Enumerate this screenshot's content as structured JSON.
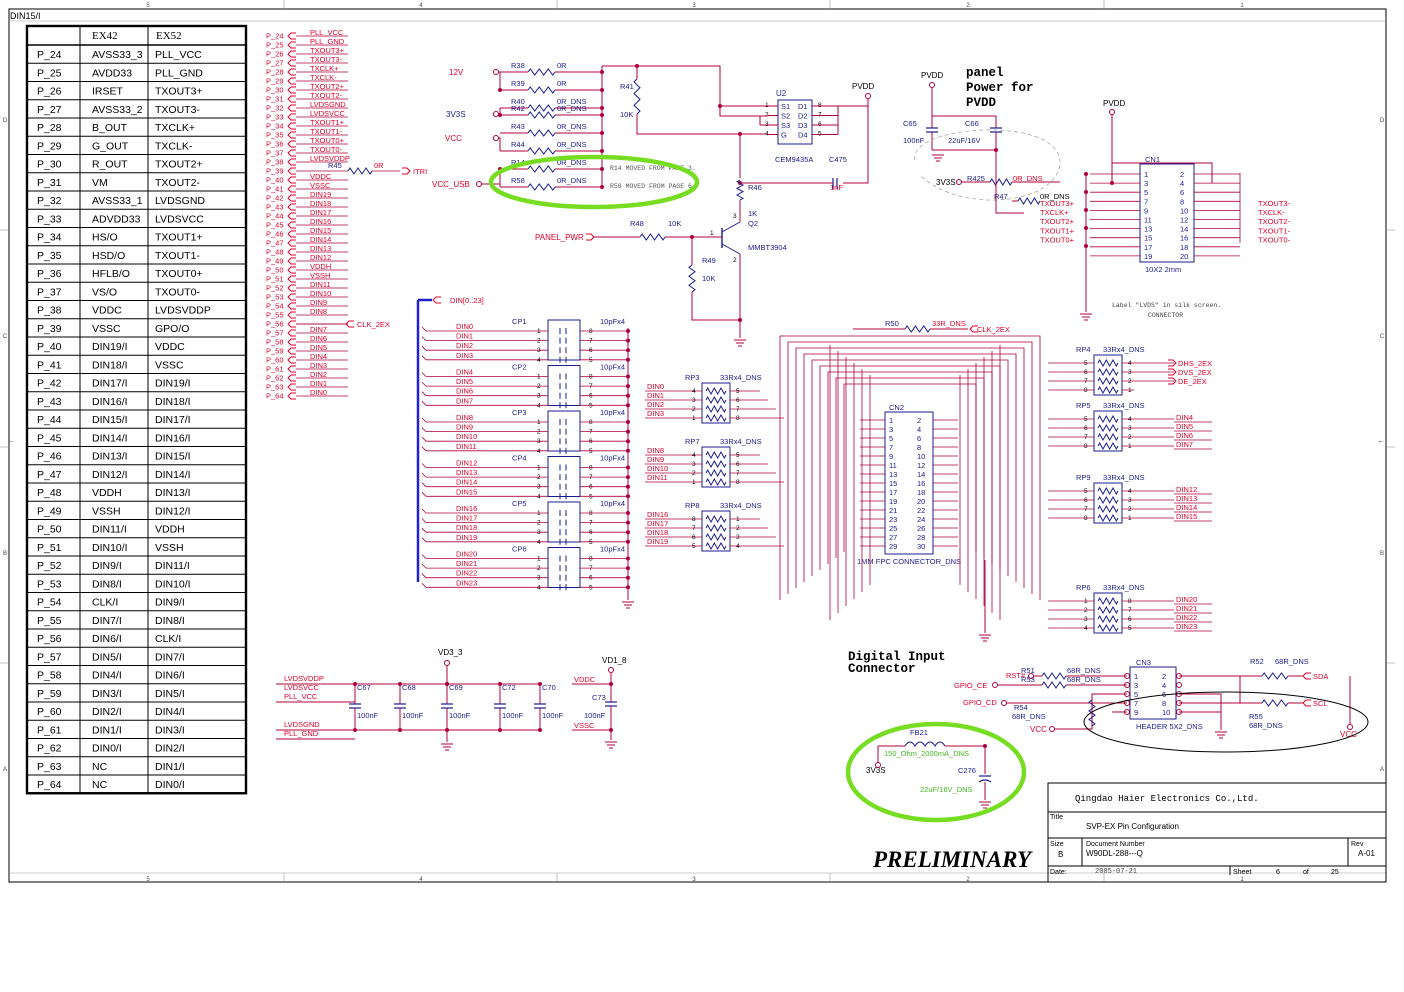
{
  "sheet_label": "DIN15/I",
  "border": {
    "top_numbers": [
      "5",
      "4",
      "3",
      "2",
      "1"
    ],
    "side_letters": [
      "D",
      "C",
      "B",
      "A"
    ]
  },
  "pin_table": {
    "headers": [
      "",
      "EX42",
      "EX52"
    ],
    "rows": [
      [
        "P_24",
        "AVSS33_3",
        "PLL_VCC"
      ],
      [
        "P_25",
        "AVDD33",
        "PLL_GND"
      ],
      [
        "P_26",
        "IRSET",
        "TXOUT3+"
      ],
      [
        "P_27",
        "AVSS33_2",
        "TXOUT3-"
      ],
      [
        "P_28",
        "B_OUT",
        "TXCLK+"
      ],
      [
        "P_29",
        "G_OUT",
        "TXCLK-"
      ],
      [
        "P_30",
        "R_OUT",
        "TXOUT2+"
      ],
      [
        "P_31",
        "VM",
        "TXOUT2-"
      ],
      [
        "P_32",
        "AVSS33_1",
        "LVDSGND"
      ],
      [
        "P_33",
        "ADVDD33",
        "LVDSVCC"
      ],
      [
        "P_34",
        "HS/O",
        "TXOUT1+"
      ],
      [
        "P_35",
        "HSD/O",
        "TXOUT1-"
      ],
      [
        "P_36",
        "HFLB/O",
        "TXOUT0+"
      ],
      [
        "P_37",
        "VS/O",
        "TXOUT0-"
      ],
      [
        "P_38",
        "VDDC",
        "LVDSVDDP"
      ],
      [
        "P_39",
        "VSSC",
        "GPO/O"
      ],
      [
        "P_40",
        "DIN19/I",
        "VDDC"
      ],
      [
        "P_41",
        "DIN18/I",
        "VSSC"
      ],
      [
        "P_42",
        "DIN17/I",
        "DIN19/I"
      ],
      [
        "P_43",
        "DIN16/I",
        "DIN18/I"
      ],
      [
        "P_44",
        "DIN15/I",
        "DIN17/I"
      ],
      [
        "P_45",
        "DIN14/I",
        "DIN16/I"
      ],
      [
        "P_46",
        "DIN13/I",
        "DIN15/I"
      ],
      [
        "P_47",
        "DIN12/I",
        "DIN14/I"
      ],
      [
        "P_48",
        "VDDH",
        "DIN13/I"
      ],
      [
        "P_49",
        "VSSH",
        "DIN12/I"
      ],
      [
        "P_50",
        "DIN11/I",
        "VDDH"
      ],
      [
        "P_51",
        "DIN10/I",
        "VSSH"
      ],
      [
        "P_52",
        "DIN9/I",
        "DIN11/I"
      ],
      [
        "P_53",
        "DIN8/I",
        "DIN10/I"
      ],
      [
        "P_54",
        "CLK/I",
        "DIN9/I"
      ],
      [
        "P_55",
        "DIN7/I",
        "DIN8/I"
      ],
      [
        "P_56",
        "DIN6/I",
        "CLK/I"
      ],
      [
        "P_57",
        "DIN5/I",
        "DIN7/I"
      ],
      [
        "P_58",
        "DIN4/I",
        "DIN6/I"
      ],
      [
        "P_59",
        "DIN3/I",
        "DIN5/I"
      ],
      [
        "P_60",
        "DIN2/I",
        "DIN4/I"
      ],
      [
        "P_61",
        "DIN1/I",
        "DIN3/I"
      ],
      [
        "P_62",
        "DIN0/I",
        "DIN2/I"
      ],
      [
        "P_63",
        "NC",
        "DIN1/I"
      ],
      [
        "P_64",
        "NC",
        "DIN0/I"
      ]
    ]
  },
  "port_list": {
    "pins": [
      "P_24",
      "P_25",
      "P_26",
      "P_27",
      "P_28",
      "P_29",
      "P_30",
      "P_31",
      "P_32",
      "P_33",
      "P_34",
      "P_35",
      "P_36",
      "P_37",
      "P_38",
      "P_39",
      "P_40",
      "P_41",
      "P_42",
      "P_43",
      "P_44",
      "P_45",
      "P_46",
      "P_47",
      "P_48",
      "P_49",
      "P_50",
      "P_51",
      "P_52",
      "P_53",
      "P_54",
      "P_55",
      "P_56",
      "P_57",
      "P_58",
      "P_59",
      "P_60",
      "P_61",
      "P_62",
      "P_63",
      "P_64"
    ],
    "nets": [
      "PLL_VCC",
      "PLL_GND",
      "TXOUT3+",
      "TXOUT3-",
      "TXCLK+",
      "TXCLK-",
      "TXOUT2+",
      "TXOUT2-",
      "LVDSGND",
      "LVDSVCC",
      "TXOUT1+",
      "TXOUT1-",
      "TXOUT0+",
      "TXOUT0-",
      "LVDSVDDP",
      "",
      "VDDC",
      "VSSC",
      "DIN19",
      "DIN18",
      "DIN17",
      "DIN16",
      "DIN15",
      "DIN14",
      "DIN13",
      "DIN12",
      "VDDH",
      "VSSH",
      "DIN11",
      "DIN10",
      "DIN9",
      "DIN8",
      "",
      "DIN7",
      "DIN6",
      "DIN5",
      "DIN4",
      "DIN3",
      "DIN2",
      "DIN1",
      "DIN0"
    ],
    "r45": "R45",
    "r45_val": "0R",
    "itri": "ITRI",
    "clk_2ex": "CLK_2EX"
  },
  "power_select": {
    "v12": "12V",
    "v3v3s": "3V3S",
    "vcc": "VCC",
    "vcc_usb": "VCC_USB",
    "resistors": [
      {
        "ref": "R38",
        "val": "0R"
      },
      {
        "ref": "R39",
        "val": "0R"
      },
      {
        "ref": "R40",
        "val": "0R_DNS"
      },
      {
        "ref": "R42",
        "val": "0R_DNS"
      },
      {
        "ref": "R43",
        "val": "0R_DNS"
      },
      {
        "ref": "R44",
        "val": "0R_DNS"
      },
      {
        "ref": "R14",
        "val": "0R_DNS"
      },
      {
        "ref": "R58",
        "val": "0R_DNS"
      }
    ],
    "note1": "R14 MOVED FROM PAGE 3.",
    "note2": "R58 MOVED FROM PAGE 6.",
    "r41": "R41",
    "r41_val": "10K",
    "u2": "U2",
    "u2_part": "CEM9435A",
    "u2_left": [
      "S1",
      "S2",
      "S3",
      "G"
    ],
    "u2_right": [
      "D1",
      "D2",
      "D3",
      "D4"
    ],
    "u2_lpins": [
      "1",
      "2",
      "3",
      "4"
    ],
    "u2_rpins": [
      "8",
      "7",
      "6",
      "5"
    ],
    "pvdd": "PVDD",
    "c475": "C475",
    "c475_val": "1nF",
    "r46": "R46",
    "r46_val": "1K",
    "q2": "Q2",
    "q2_part": "MMBT3904",
    "q2_pins": [
      "1",
      "2",
      "3"
    ],
    "r48": "R48",
    "r48_val": "10K",
    "r49": "R49",
    "r49_val": "10K",
    "panel_pwr": "PANEL_PWR"
  },
  "panel_power": {
    "heading": [
      "panel",
      "Power for",
      "PVDD"
    ],
    "pvdd": "PVDD",
    "c65": "C65",
    "c65_val": "100nF",
    "c66": "C66",
    "c66_val": "22uF/16V",
    "v3v3s": "3V3S",
    "r425": "R425",
    "r425_val": "0R_DNS",
    "r47": "R47",
    "r47_val": "0R_DNS"
  },
  "cn1": {
    "ref": "CN1",
    "part": "10X2 2mm",
    "pvdd": "PVDD",
    "left_pins": [
      "1",
      "3",
      "5",
      "7",
      "9",
      "11",
      "13",
      "15",
      "17",
      "19"
    ],
    "right_pins": [
      "2",
      "4",
      "6",
      "8",
      "10",
      "12",
      "14",
      "16",
      "18",
      "20"
    ],
    "left_nets": [
      "TXOUT3+",
      "TXCLK+",
      "TXOUT2+",
      "TXOUT1+",
      "TXOUT0+"
    ],
    "right_nets": [
      "TXOUT3-",
      "TXCLK-",
      "TXOUT2-",
      "TXOUT1-",
      "TXOUT0-"
    ],
    "label": "Label \"LVDS\" in silk screen.",
    "label2": "CONNECTOR"
  },
  "bus": {
    "label": "DIN[0..23]"
  },
  "cap_packs": [
    {
      "ref": "CP1",
      "val": "10pFx4",
      "nets": [
        "DIN0",
        "DIN1",
        "DIN2",
        "DIN3"
      ]
    },
    {
      "ref": "CP2",
      "val": "10pFx4",
      "nets": [
        "DIN4",
        "DIN5",
        "DIN6",
        "DIN7"
      ]
    },
    {
      "ref": "CP3",
      "val": "10pFx4",
      "nets": [
        "DIN8",
        "DIN9",
        "DIN10",
        "DIN11"
      ]
    },
    {
      "ref": "CP4",
      "val": "10pFx4",
      "nets": [
        "DIN12",
        "DIN13",
        "DIN14",
        "DIN15"
      ]
    },
    {
      "ref": "CP5",
      "val": "10pFx4",
      "nets": [
        "DIN16",
        "DIN17",
        "DIN18",
        "DIN19"
      ]
    },
    {
      "ref": "CP6",
      "val": "10pFx4",
      "nets": [
        "DIN20",
        "DIN21",
        "DIN22",
        "DIN23"
      ]
    }
  ],
  "cp_left_pins": [
    "1",
    "2",
    "3",
    "4"
  ],
  "cp_right_pins": [
    "8",
    "7",
    "6",
    "5"
  ],
  "rpacks_left": [
    {
      "ref": "RP3",
      "val": "33Rx4_DNS",
      "nets": [
        "DIN0",
        "DIN1",
        "DIN2",
        "DIN3"
      ],
      "lp": [
        "4",
        "3",
        "2",
        "1"
      ],
      "rp": [
        "5",
        "6",
        "7",
        "8"
      ]
    },
    {
      "ref": "RP7",
      "val": "33Rx4_DNS",
      "nets": [
        "DIN8",
        "DIN9",
        "DIN10",
        "DIN11"
      ],
      "lp": [
        "4",
        "3",
        "2",
        "1"
      ],
      "rp": [
        "5",
        "6",
        "7",
        "8"
      ]
    },
    {
      "ref": "RP8",
      "val": "33Rx4_DNS",
      "nets": [
        "DIN16",
        "DIN17",
        "DIN18",
        "DIN19"
      ],
      "lp": [
        "8",
        "7",
        "6",
        "5"
      ],
      "rp": [
        "1",
        "2",
        "3",
        "4"
      ]
    }
  ],
  "rpacks_right": [
    {
      "ref": "RP4",
      "val": "33Rx4_DNS",
      "nets": [
        "DHS_2EX",
        "DVS_2EX",
        "DE_2EX",
        ""
      ],
      "lp": [
        "5",
        "6",
        "7",
        "8"
      ],
      "rp": [
        "4",
        "3",
        "2",
        "1"
      ]
    },
    {
      "ref": "RP5",
      "val": "33Rx4_DNS",
      "nets": [
        "DIN4",
        "DIN5",
        "DIN6",
        "DIN7"
      ],
      "lp": [
        "5",
        "6",
        "7",
        "8"
      ],
      "rp": [
        "4",
        "3",
        "2",
        "1"
      ]
    },
    {
      "ref": "RP9",
      "val": "33Rx4_DNS",
      "nets": [
        "DIN12",
        "DIN13",
        "DIN14",
        "DIN15"
      ],
      "lp": [
        "5",
        "6",
        "7",
        "8"
      ],
      "rp": [
        "4",
        "3",
        "2",
        "1"
      ]
    },
    {
      "ref": "RP6",
      "val": "33Rx4_DNS",
      "nets": [
        "DIN20",
        "DIN21",
        "DIN22",
        "DIN23"
      ],
      "lp": [
        "1",
        "2",
        "3",
        "4"
      ],
      "rp": [
        "8",
        "7",
        "6",
        "5"
      ]
    }
  ],
  "r50": {
    "ref": "R50",
    "val": "33R_DNS",
    "net": "CLK_2EX"
  },
  "cn2": {
    "ref": "CN2",
    "part": "1MM FPC CONNECTOR_DNS",
    "left_pins": [
      "1",
      "3",
      "5",
      "7",
      "9",
      "11",
      "13",
      "15",
      "17",
      "19",
      "21",
      "23",
      "25",
      "27",
      "29"
    ],
    "right_pins": [
      "2",
      "4",
      "6",
      "8",
      "10",
      "12",
      "14",
      "16",
      "18",
      "20",
      "22",
      "24",
      "26",
      "28",
      "30"
    ]
  },
  "section_title": [
    "Digital Input",
    "Connector"
  ],
  "decoupling": {
    "vd3_3": "VD3_3",
    "vd1_8": "VD1_8",
    "nets_top": [
      "LVDSVDDP",
      "LVDSVCC",
      "PLL_VCC"
    ],
    "nets_bot": [
      "LVDSGND",
      "PLL_GND"
    ],
    "caps": [
      {
        "ref": "C67",
        "val": "100nF"
      },
      {
        "ref": "C68",
        "val": "100nF"
      },
      {
        "ref": "C69",
        "val": "100nF"
      },
      {
        "ref": "C72",
        "val": "100nF"
      },
      {
        "ref": "C70",
        "val": "100nF"
      }
    ],
    "vddc": "VDDC",
    "vssc": "VSSC",
    "c73": "C73",
    "c73_val": "100nF"
  },
  "fb_section": {
    "fb21": "FB21",
    "fb21_val": "150_Ohm_2000mA_DNS",
    "v3v3s": "3V3S",
    "c276": "C276",
    "c276_val": "22uF/16V_DNS"
  },
  "cn3": {
    "ref": "CN3",
    "part": "HEADER 5X2_DNS",
    "left_pins": [
      "1",
      "3",
      "5",
      "7",
      "9"
    ],
    "right_pins": [
      "2",
      "4",
      "6",
      "8",
      "10"
    ],
    "rst": "RST#",
    "gpio_ce": "GPIO_CE",
    "gpio_cd": "GPIO_CD",
    "vcc": "VCC",
    "r51": "R51",
    "r51_val": "68R_DNS",
    "r53": "R53",
    "r53_val": "68R_DNS",
    "r54": "R54",
    "r54_val": "68R_DNS",
    "r52": "R52",
    "r52_val": "68R_DNS",
    "r55": "R55",
    "r55_val": "68R_DNS",
    "sda": "SDA",
    "scl": "SCL",
    "vcc_r": "VCC"
  },
  "title_block": {
    "company": "Qingdao Haier Electronics Co.,Ltd.",
    "title_label": "Title",
    "title": "SVP-EX Pin Configuration",
    "size_label": "Size",
    "size": "B",
    "docnum_label": "Document Number",
    "docnum": "W90DL-288---Q",
    "rev_label": "Rev",
    "rev": "A-01",
    "date_label": "Date:",
    "date": "2005-07-21",
    "sheet_label": "Sheet",
    "sheet": "6",
    "of_label": "of",
    "of": "25"
  },
  "preliminary": "PRELIMINARY",
  "colors": {
    "wire": "#b0003a",
    "net": "#e0002a",
    "comp": "#1b1b90",
    "text": "#1b1b90",
    "green": "#77dd22",
    "black": "#000000"
  }
}
